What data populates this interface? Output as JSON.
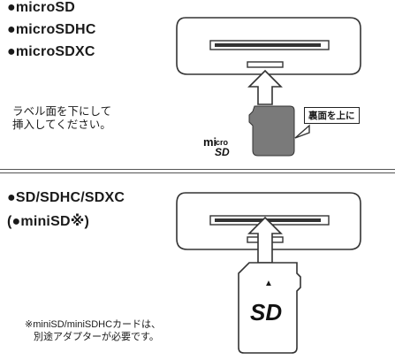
{
  "top": {
    "formats": [
      "●microSD",
      "●microSDHC",
      "●microSDXC"
    ],
    "instruction_lines": [
      "ラベル面を下にして",
      "挿入してください。"
    ],
    "callout": "裏面を上に",
    "logo_text": "micro SD"
  },
  "bottom": {
    "formats": [
      "●SD/SDHC/SDXC",
      "(●miniSD※)"
    ],
    "note_lines": [
      "※miniSD/miniSDHCカードは、",
      "別途アダプターが必要です。"
    ],
    "card_arrow": "▲",
    "logo_text": "SD"
  }
}
